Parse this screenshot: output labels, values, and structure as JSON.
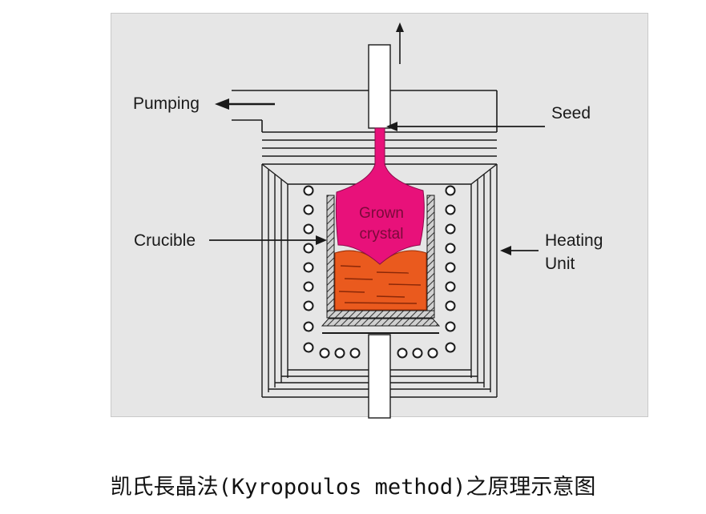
{
  "diagram": {
    "labels": {
      "pumping": "Pumping",
      "seed": "Seed",
      "crucible": "Crucible",
      "heating_line1": "Heating",
      "heating_line2": "Unit",
      "crystal_line1": "Grown",
      "crystal_line2": "crystal"
    },
    "colors": {
      "panel_bg": "#e6e6e6",
      "crystal": "#e8117a",
      "melt": "#ea5a1e",
      "line": "#1a1a1a"
    }
  },
  "caption": "凯氏長晶法(Kyropoulos method)之原理示意图"
}
